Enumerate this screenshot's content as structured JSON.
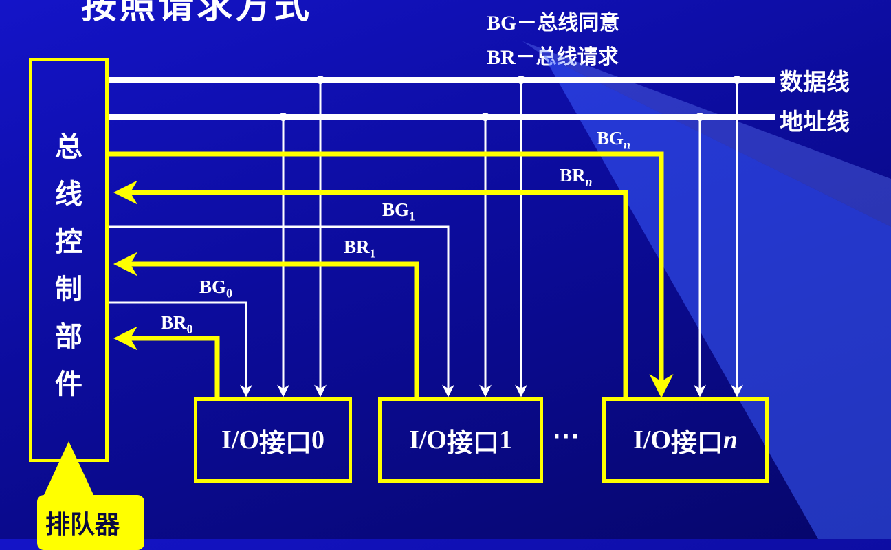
{
  "heading": {
    "partial_text": "按照请求方式"
  },
  "legend": {
    "bg_line": "BG－总线同意",
    "br_line": "BR－总线请求"
  },
  "buses": {
    "data_line": "数据线",
    "address_line": "地址线"
  },
  "controller": {
    "label": "总线控制部件"
  },
  "queue": {
    "label": "排队器"
  },
  "signals": {
    "bg_n": {
      "base": "BG",
      "sub": "n"
    },
    "br_n": {
      "base": "BR",
      "sub": "n"
    },
    "bg_1": {
      "base": "BG",
      "sub": "1"
    },
    "br_1": {
      "base": "BR",
      "sub": "1"
    },
    "bg_0": {
      "base": "BG",
      "sub": "0"
    },
    "br_0": {
      "base": "BR",
      "sub": "0"
    }
  },
  "interfaces": [
    {
      "prefix": "I/O",
      "cjk": "接口",
      "suffix": "0"
    },
    {
      "prefix": "I/O",
      "cjk": "接口",
      "suffix": "1"
    },
    {
      "prefix": "I/O",
      "cjk": "接口",
      "suffix": "n"
    }
  ],
  "ellipsis": "···",
  "colors": {
    "background": "#0c0c9c",
    "bus_line": "#ffffff",
    "highlight": "#ffff00"
  }
}
